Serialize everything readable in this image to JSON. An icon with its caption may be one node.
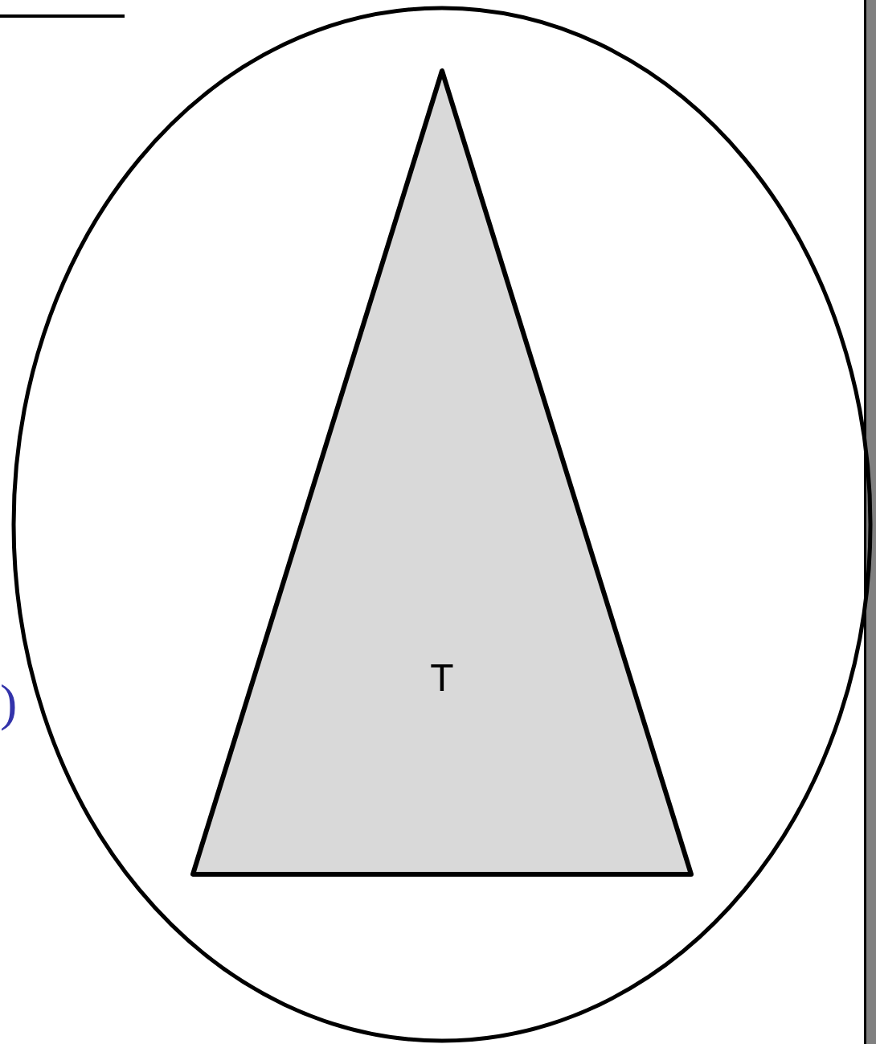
{
  "diagram": {
    "nodes": [
      {
        "text": [],
        "shape": "ellipse"
      },
      {
        "text": [
          "T"
        ],
        "in": 0
      }
    ],
    "edges": [],
    "labels": [
      ")"
    ]
  }
}
